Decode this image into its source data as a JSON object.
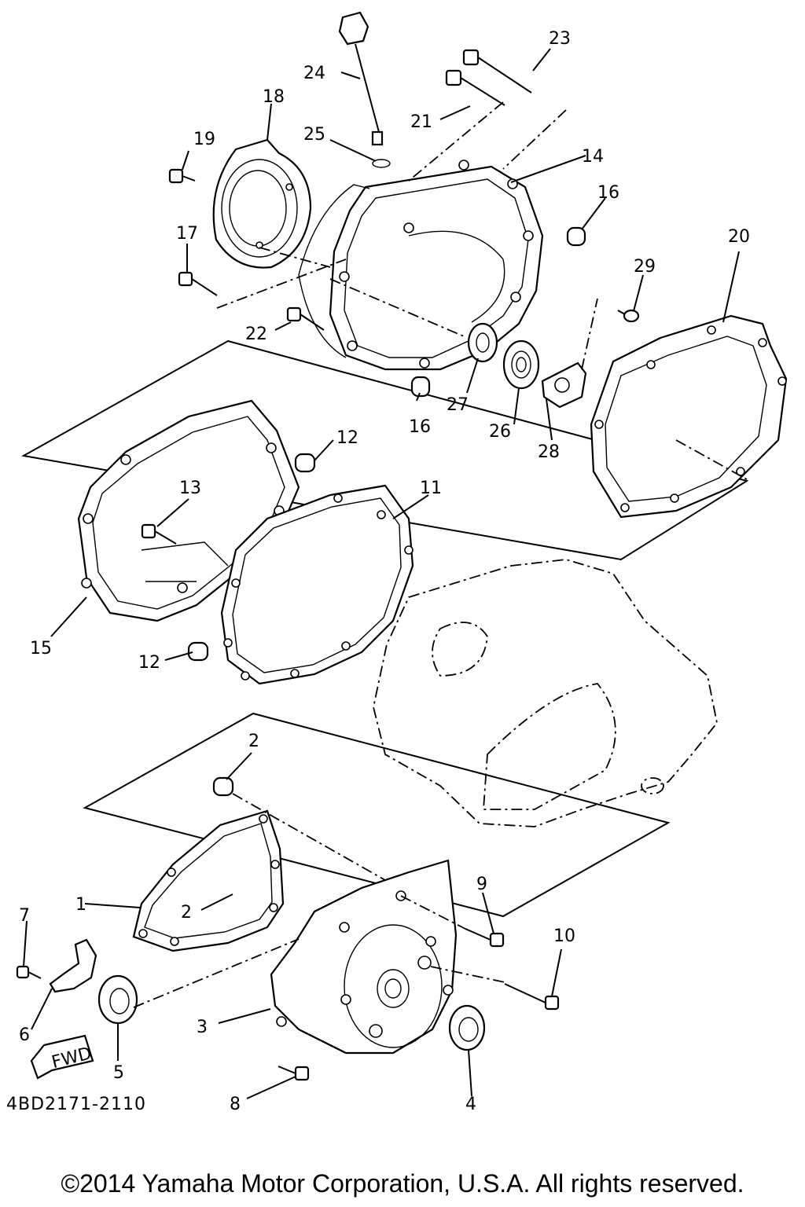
{
  "diagram": {
    "callouts": [
      {
        "id": "c1",
        "text": "1"
      },
      {
        "id": "c2a",
        "text": "2"
      },
      {
        "id": "c2b",
        "text": "2"
      },
      {
        "id": "c3",
        "text": "3"
      },
      {
        "id": "c4",
        "text": "4"
      },
      {
        "id": "c5",
        "text": "5"
      },
      {
        "id": "c6",
        "text": "6"
      },
      {
        "id": "c7",
        "text": "7"
      },
      {
        "id": "c8",
        "text": "8"
      },
      {
        "id": "c9",
        "text": "9"
      },
      {
        "id": "c10",
        "text": "10"
      },
      {
        "id": "c11",
        "text": "11"
      },
      {
        "id": "c12a",
        "text": "12"
      },
      {
        "id": "c12b",
        "text": "12"
      },
      {
        "id": "c13",
        "text": "13"
      },
      {
        "id": "c14",
        "text": "14"
      },
      {
        "id": "c15",
        "text": "15"
      },
      {
        "id": "c16a",
        "text": "16"
      },
      {
        "id": "c16b",
        "text": "16"
      },
      {
        "id": "c17",
        "text": "17"
      },
      {
        "id": "c18",
        "text": "18"
      },
      {
        "id": "c19",
        "text": "19"
      },
      {
        "id": "c20",
        "text": "20"
      },
      {
        "id": "c21",
        "text": "21"
      },
      {
        "id": "c22",
        "text": "22"
      },
      {
        "id": "c23",
        "text": "23"
      },
      {
        "id": "c24",
        "text": "24"
      },
      {
        "id": "c25",
        "text": "25"
      },
      {
        "id": "c26",
        "text": "26"
      },
      {
        "id": "c27",
        "text": "27"
      },
      {
        "id": "c28",
        "text": "28"
      },
      {
        "id": "c29",
        "text": "29"
      }
    ],
    "fwd_label": "FWD",
    "diagram_code": "4BD2171-2110"
  },
  "footer": {
    "copyright": "©2014 Yamaha Motor Corporation, U.S.A. All rights reserved."
  }
}
